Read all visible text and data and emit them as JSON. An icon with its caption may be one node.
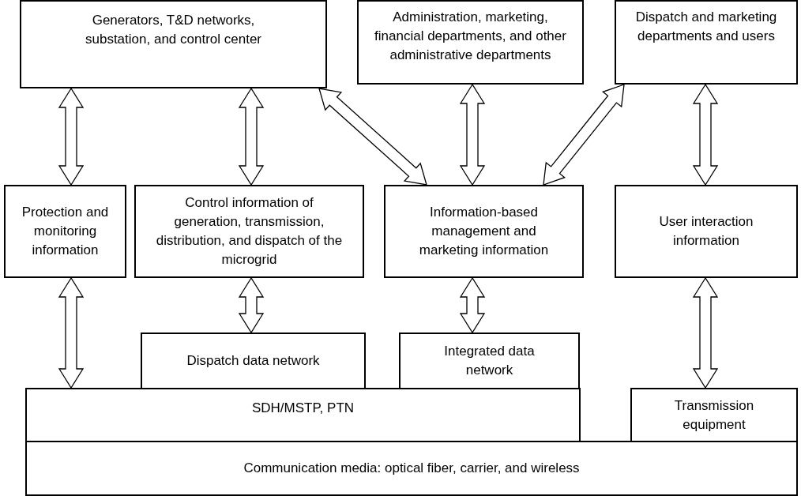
{
  "diagram": {
    "nodes": [
      {
        "text": [
          "Generators, T&D networks, substation, and control center"
        ]
      },
      {
        "text": [
          "Administration, marketing, financial departments, and other administrative departments"
        ]
      },
      {
        "text": [
          "Dispatch and marketing departments and users"
        ]
      },
      {
        "text": [
          "Protection and monitoring information"
        ]
      },
      {
        "text": [
          "Control information of generation, transmission, distribution, and dispatch of the microgrid"
        ]
      },
      {
        "text": [
          "Information-based management and marketing information"
        ]
      },
      {
        "text": [
          "User interaction information"
        ]
      },
      {
        "text": [
          "Dispatch data network"
        ]
      },
      {
        "text": [
          "Integrated data network"
        ]
      },
      {
        "text": [
          "SDH/MSTP, PTN"
        ]
      },
      {
        "text": [
          "Transmission equipment"
        ]
      },
      {
        "text": [
          "Communication media: optical fiber, carrier, and wireless"
        ]
      }
    ],
    "edges": [
      {
        "from": 0,
        "to": 3,
        "arrow": "both"
      },
      {
        "from": 0,
        "to": 4,
        "arrow": "both"
      },
      {
        "from": 0,
        "to": 5,
        "arrow": "both"
      },
      {
        "from": 1,
        "to": 5,
        "arrow": "both"
      },
      {
        "from": 2,
        "to": 5,
        "arrow": "both"
      },
      {
        "from": 2,
        "to": 6,
        "arrow": "both"
      },
      {
        "from": 3,
        "to": 9,
        "arrow": "both"
      },
      {
        "from": 4,
        "to": 7,
        "arrow": "both"
      },
      {
        "from": 5,
        "to": 8,
        "arrow": "both"
      },
      {
        "from": 6,
        "to": 10,
        "arrow": "both"
      }
    ]
  }
}
